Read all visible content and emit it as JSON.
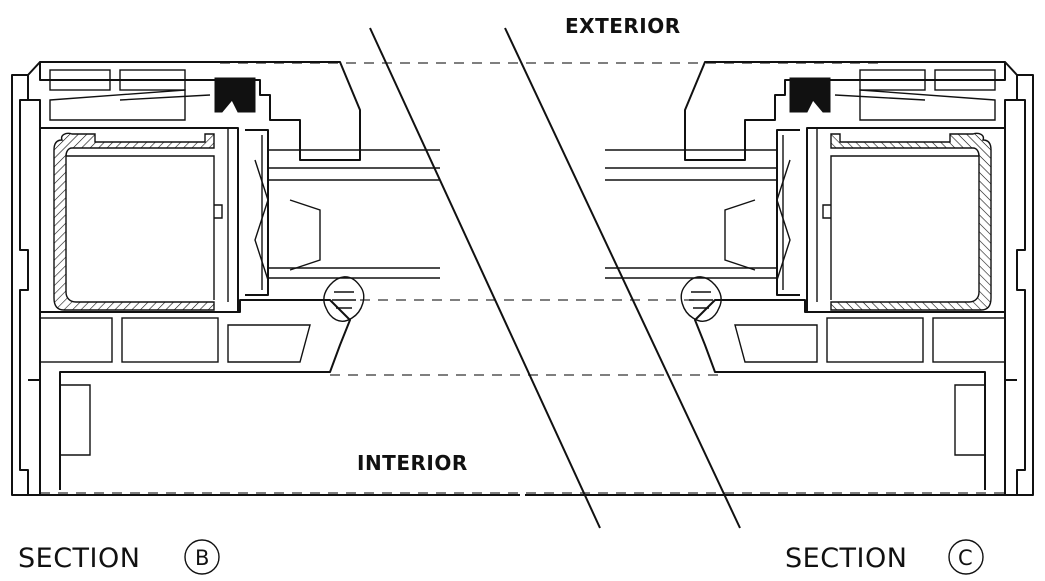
{
  "labels": {
    "exterior": "EXTERIOR",
    "interior": "INTERIOR",
    "section_b_text": "SECTION",
    "section_b_letter": "B",
    "section_c_text": "SECTION",
    "section_c_letter": "C"
  }
}
